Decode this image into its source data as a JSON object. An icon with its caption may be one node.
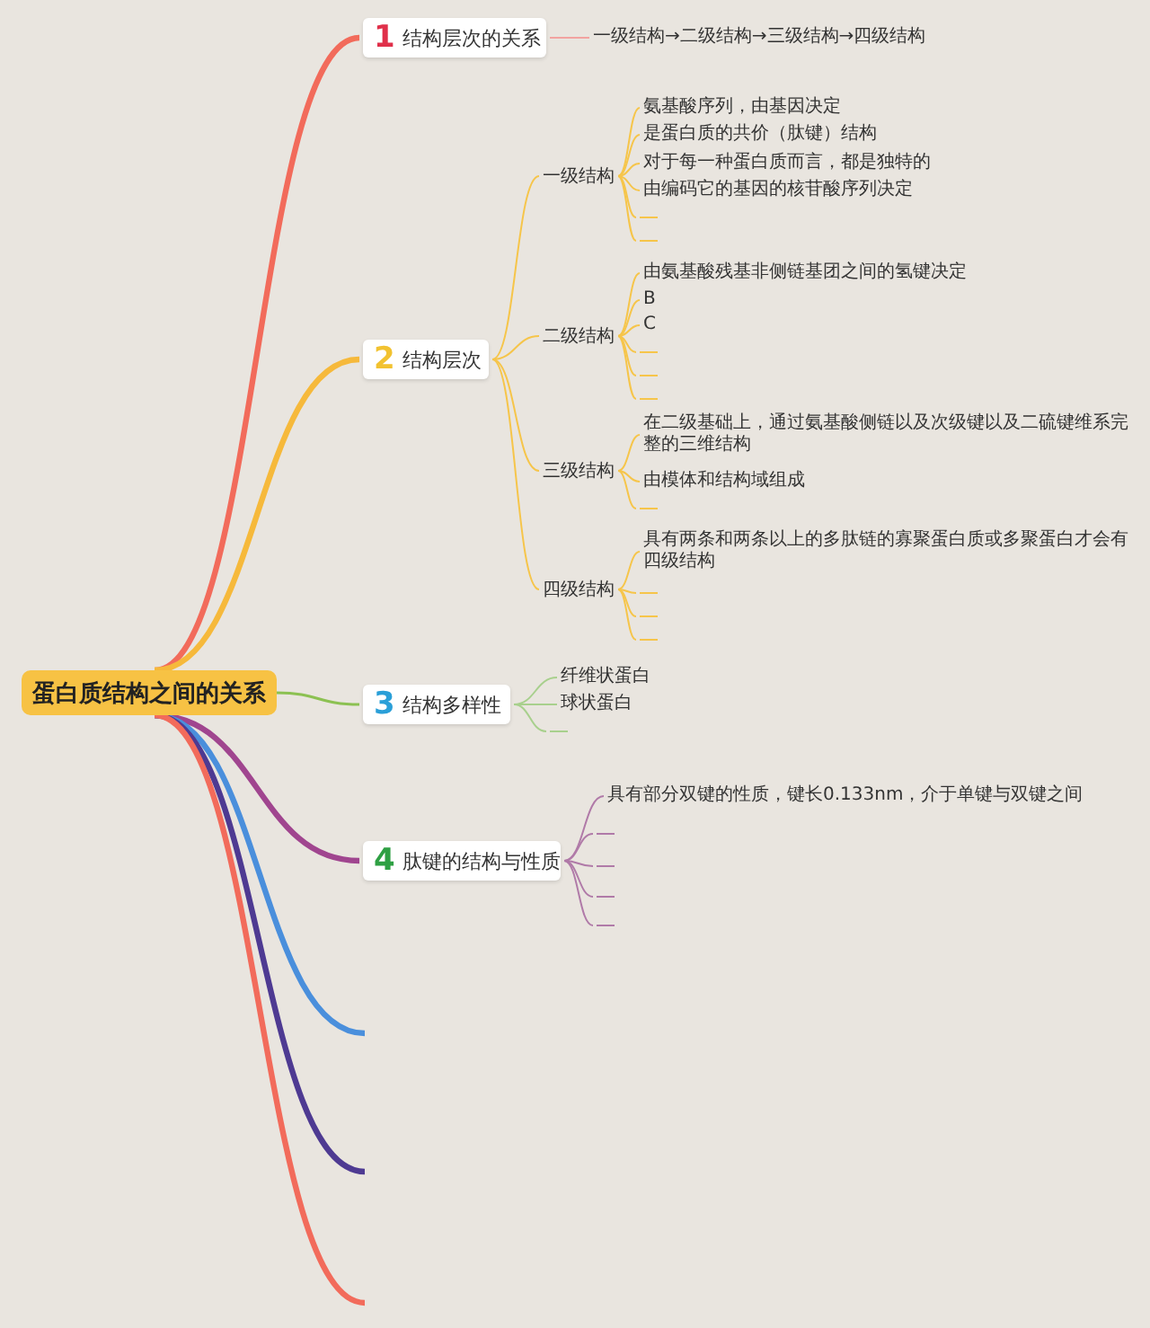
{
  "diagram": {
    "nodes": [
      {
        "text": [
          "蛋白质结构之间的关系"
        ]
      },
      {
        "text": [
          "1",
          "结构层次的关系"
        ]
      },
      {
        "text": [
          "一级结构→二级结构→三级结构→四级结构"
        ]
      },
      {
        "text": [
          "2",
          "结构层次"
        ]
      },
      {
        "text": [
          "一级结构"
        ]
      },
      {
        "text": [
          "氨基酸序列，由基因决定"
        ]
      },
      {
        "text": [
          "是蛋白质的共价（肽键）结构"
        ]
      },
      {
        "text": [
          "对于每一种蛋白质而言，都是独特的"
        ]
      },
      {
        "text": [
          "由编码它的基因的核苷酸序列决定"
        ]
      },
      {
        "text": [],
        "shape": "line"
      },
      {
        "text": [],
        "shape": "line"
      },
      {
        "text": [
          "二级结构"
        ]
      },
      {
        "text": [
          "由氨基酸残基非侧链基团之间的氢键决定"
        ]
      },
      {
        "text": [
          "B"
        ]
      },
      {
        "text": [
          "C"
        ]
      },
      {
        "text": [],
        "shape": "line"
      },
      {
        "text": [],
        "shape": "line"
      },
      {
        "text": [],
        "shape": "line"
      },
      {
        "text": [
          "三级结构"
        ]
      },
      {
        "text": [
          "在二级基础上，通过氨基酸侧链以及次级键以及二硫键维系完整的三维结构"
        ]
      },
      {
        "text": [
          "由模体和结构域组成"
        ]
      },
      {
        "text": [],
        "shape": "line"
      },
      {
        "text": [
          "四级结构"
        ]
      },
      {
        "text": [
          "具有两条和两条以上的多肽链的寡聚蛋白质或多聚蛋白才会有四级结构"
        ]
      },
      {
        "text": [],
        "shape": "line"
      },
      {
        "text": [],
        "shape": "line"
      },
      {
        "text": [],
        "shape": "line"
      },
      {
        "text": [
          "3",
          "结构多样性"
        ]
      },
      {
        "text": [
          "纤维状蛋白"
        ]
      },
      {
        "text": [
          "球状蛋白"
        ]
      },
      {
        "text": [],
        "shape": "line"
      },
      {
        "text": [
          "4",
          "肽键的结构与性质"
        ]
      },
      {
        "text": [
          "具有部分双键的性质，键长0.133nm，介于单键与双键之间"
        ]
      },
      {
        "text": [],
        "shape": "line"
      },
      {
        "text": [],
        "shape": "line"
      },
      {
        "text": [],
        "shape": "line"
      },
      {
        "text": [],
        "shape": "line"
      }
    ],
    "edges": [
      {
        "from": 0,
        "to": 1,
        "arrow": "none",
        "style": "thick",
        "color": "#f26b5b"
      },
      {
        "from": 0,
        "to": 3,
        "arrow": "none",
        "style": "thick",
        "color": "#f6b93b"
      },
      {
        "from": 0,
        "to": 27,
        "arrow": "none",
        "color": "#8cc152"
      },
      {
        "from": 0,
        "to": 31,
        "arrow": "none",
        "style": "thick",
        "color": "#a0458f"
      },
      {
        "from": 0,
        "to": null,
        "arrow": "none",
        "style": "thick",
        "color": "#4a8fdc"
      },
      {
        "from": 0,
        "to": null,
        "arrow": "none",
        "style": "thick",
        "color": "#4e3a92"
      },
      {
        "from": 0,
        "to": null,
        "arrow": "none",
        "style": "thick",
        "color": "#f26b5b"
      },
      {
        "from": 1,
        "to": 2,
        "arrow": "none",
        "color": "#f2a3a0"
      },
      {
        "from": 3,
        "to": 4,
        "arrow": "none",
        "color": "#f6c54a"
      },
      {
        "from": 3,
        "to": 11,
        "arrow": "none",
        "color": "#f6c54a"
      },
      {
        "from": 3,
        "to": 18,
        "arrow": "none",
        "color": "#f6c54a"
      },
      {
        "from": 3,
        "to": 22,
        "arrow": "none",
        "color": "#f6c54a"
      },
      {
        "from": 4,
        "to": 5,
        "arrow": "none",
        "color": "#f6c54a"
      },
      {
        "from": 4,
        "to": 6,
        "arrow": "none",
        "color": "#f6c54a"
      },
      {
        "from": 4,
        "to": 7,
        "arrow": "none",
        "color": "#f6c54a"
      },
      {
        "from": 4,
        "to": 8,
        "arrow": "none",
        "color": "#f6c54a"
      },
      {
        "from": 4,
        "to": 9,
        "arrow": "none",
        "color": "#f6c54a"
      },
      {
        "from": 4,
        "to": 10,
        "arrow": "none",
        "color": "#f6c54a"
      },
      {
        "from": 11,
        "to": 12,
        "arrow": "none",
        "color": "#f6c54a"
      },
      {
        "from": 11,
        "to": 13,
        "arrow": "none",
        "color": "#f6c54a"
      },
      {
        "from": 11,
        "to": 14,
        "arrow": "none",
        "color": "#f6c54a"
      },
      {
        "from": 11,
        "to": 15,
        "arrow": "none",
        "color": "#f6c54a"
      },
      {
        "from": 11,
        "to": 16,
        "arrow": "none",
        "color": "#f6c54a"
      },
      {
        "from": 11,
        "to": 17,
        "arrow": "none",
        "color": "#f6c54a"
      },
      {
        "from": 18,
        "to": 19,
        "arrow": "none",
        "color": "#f6c54a"
      },
      {
        "from": 18,
        "to": 20,
        "arrow": "none",
        "color": "#f6c54a"
      },
      {
        "from": 18,
        "to": 21,
        "arrow": "none",
        "color": "#f6c54a"
      },
      {
        "from": 22,
        "to": 23,
        "arrow": "none",
        "color": "#f6c54a"
      },
      {
        "from": 22,
        "to": 24,
        "arrow": "none",
        "color": "#f6c54a"
      },
      {
        "from": 22,
        "to": 25,
        "arrow": "none",
        "color": "#f6c54a"
      },
      {
        "from": 22,
        "to": 26,
        "arrow": "none",
        "color": "#f6c54a"
      },
      {
        "from": 27,
        "to": 28,
        "arrow": "none",
        "color": "#a8d08d"
      },
      {
        "from": 27,
        "to": 29,
        "arrow": "none",
        "color": "#a8d08d"
      },
      {
        "from": 27,
        "to": 30,
        "arrow": "none",
        "color": "#a8d08d"
      },
      {
        "from": 31,
        "to": 32,
        "arrow": "none",
        "color": "#b07aa8"
      },
      {
        "from": 31,
        "to": 33,
        "arrow": "none",
        "color": "#b07aa8"
      },
      {
        "from": 31,
        "to": 34,
        "arrow": "none",
        "color": "#b07aa8"
      },
      {
        "from": 31,
        "to": 35,
        "arrow": "none",
        "color": "#b07aa8"
      },
      {
        "from": 31,
        "to": 36,
        "arrow": "none",
        "color": "#b07aa8"
      }
    ]
  }
}
